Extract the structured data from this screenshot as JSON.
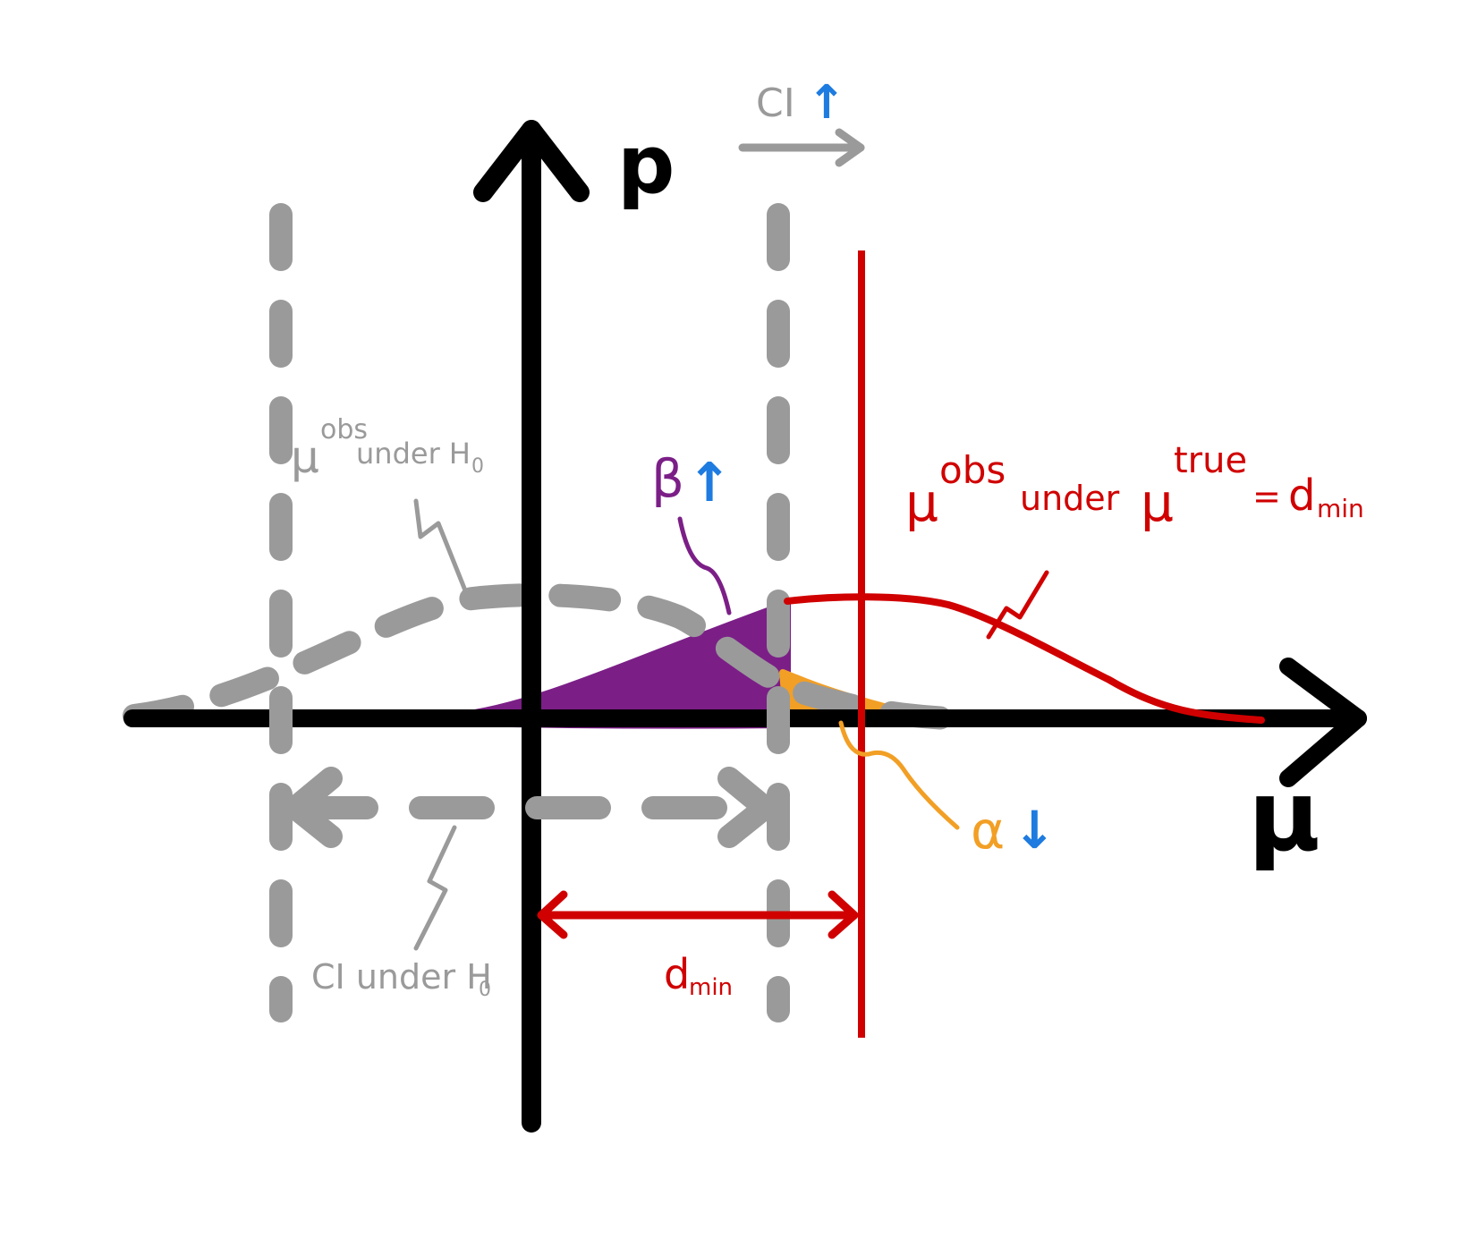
{
  "diagram": {
    "axes": {
      "y_label": "p",
      "x_label": "μ"
    },
    "labels": {
      "ci_shift": "CI",
      "ci_shift_arrow": "↑",
      "null_dist_mu": "μ",
      "null_dist_sup": "obs",
      "null_dist_rest": "under H",
      "null_dist_sub": "0",
      "alt_dist_mu": "μ",
      "alt_dist_sup": "obs",
      "alt_dist_under": "under",
      "alt_dist_mu2": "μ",
      "alt_dist_sup2": "true",
      "alt_dist_eq": "=",
      "alt_dist_d": "d",
      "alt_dist_dsub": "min",
      "beta": "β",
      "beta_arrow": "↑",
      "alpha": "α",
      "alpha_arrow": "↓",
      "ci_under_h0_text": "CI under H",
      "ci_under_h0_sub": "0",
      "dmin_d": "d",
      "dmin_sub": "min"
    },
    "colors": {
      "axis": "#000000",
      "null": "#999999",
      "alternative": "#d00000",
      "beta": "#7b1f87",
      "alpha": "#f29f25",
      "arrow_blue": "#1e7be0"
    }
  }
}
